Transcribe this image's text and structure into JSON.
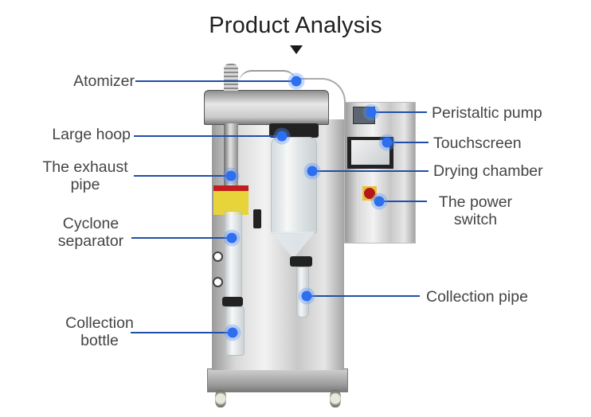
{
  "title": "Product Analysis",
  "colors": {
    "callout_line": "#1f4fa8",
    "callout_dot": "#2e6ff0",
    "label_text": "#444444",
    "title_text": "#1f1f1f",
    "background": "#ffffff"
  },
  "labels": {
    "left": [
      {
        "id": "atomizer",
        "lines": [
          "Atomizer"
        ]
      },
      {
        "id": "large-hoop",
        "lines": [
          "Large hoop"
        ]
      },
      {
        "id": "exhaust-pipe",
        "lines": [
          "The exhaust",
          "pipe"
        ]
      },
      {
        "id": "cyclone-separator",
        "lines": [
          "Cyclone",
          "separator"
        ]
      },
      {
        "id": "collection-bottle",
        "lines": [
          "Collection",
          "bottle"
        ]
      }
    ],
    "right": [
      {
        "id": "peristaltic-pump",
        "lines": [
          "Peristaltic pump"
        ]
      },
      {
        "id": "touchscreen",
        "lines": [
          "Touchscreen"
        ]
      },
      {
        "id": "drying-chamber",
        "lines": [
          "Drying chamber"
        ]
      },
      {
        "id": "power-switch",
        "lines": [
          "The power",
          "switch"
        ]
      },
      {
        "id": "collection-pipe",
        "lines": [
          "Collection pipe"
        ]
      }
    ]
  }
}
